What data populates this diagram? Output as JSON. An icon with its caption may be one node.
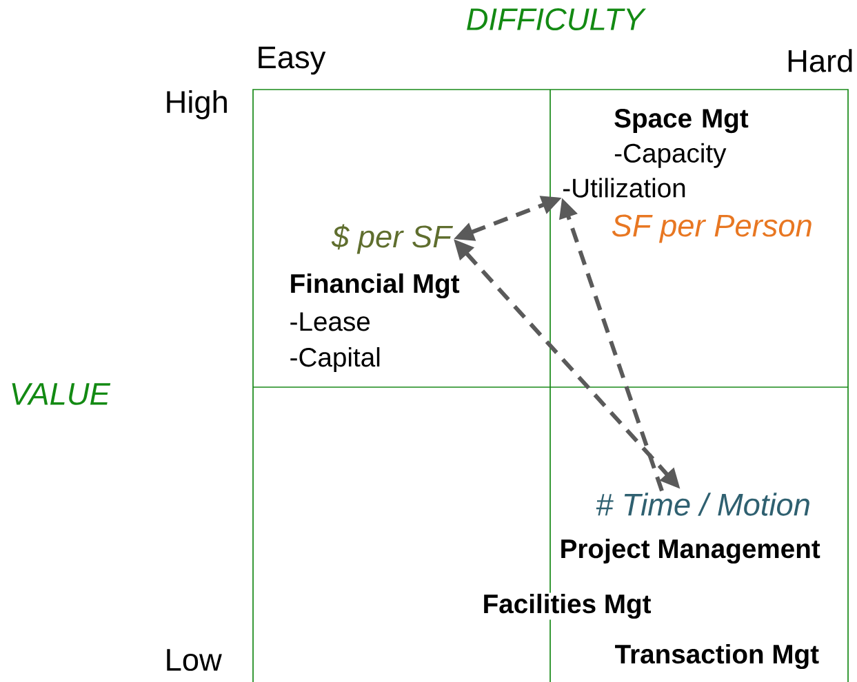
{
  "diagram": {
    "nodes": [
      {
        "text": [
          "$ per SF"
        ]
      },
      {
        "text": [
          "Space Mgt",
          "-Capacity",
          "-Utilization"
        ]
      },
      {
        "text": [
          "# Time / Motion"
        ]
      }
    ],
    "edges": [
      {
        "from": 0,
        "to": 1,
        "arrow": "both",
        "style": "dashed"
      },
      {
        "from": 0,
        "to": 2,
        "arrow": "both",
        "style": "dashed"
      },
      {
        "from": 2,
        "to": 1,
        "arrow": "to",
        "style": "dashed"
      }
    ],
    "labels": [
      "DIFFICULTY",
      "Easy",
      "Hard",
      "High",
      "VALUE",
      "SF per Person",
      "Financial Mgt",
      "-Lease",
      "-Capital",
      "Project Management",
      "Facilities Mgt",
      "Low",
      "Transaction Mgt"
    ]
  }
}
